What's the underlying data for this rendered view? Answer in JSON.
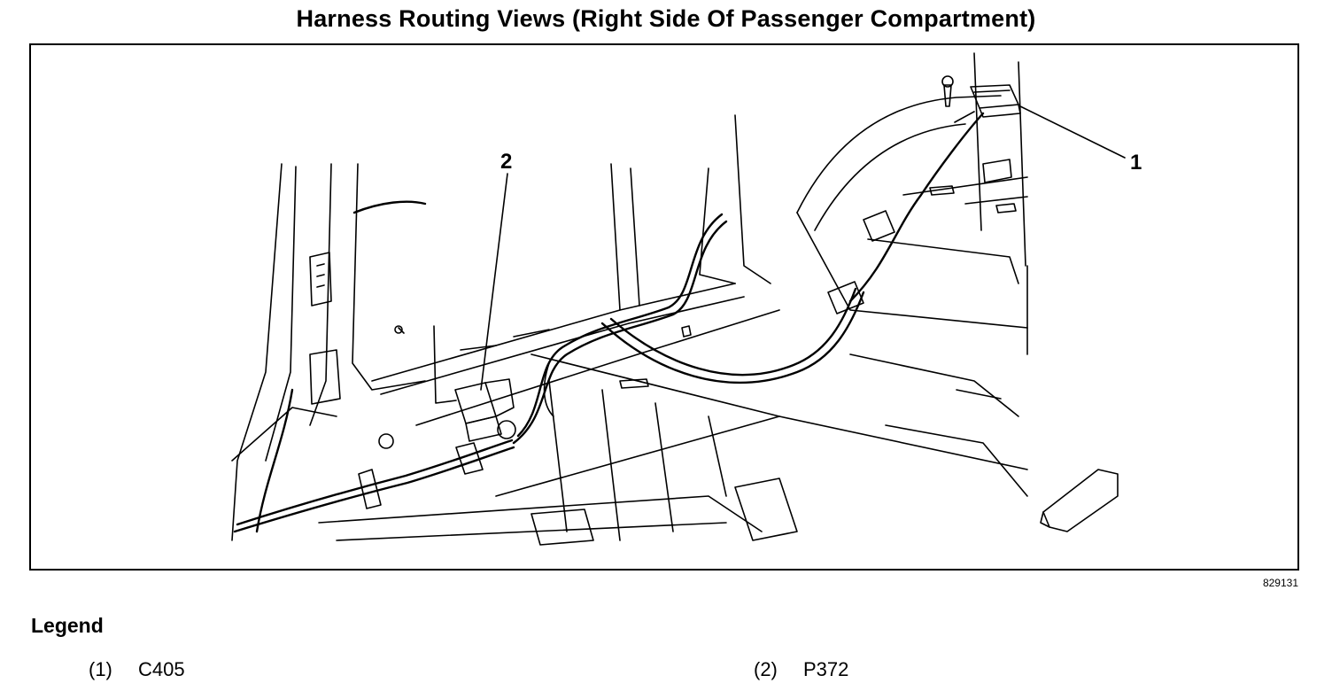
{
  "title": "Harness Routing Views (Right Side Of Passenger Compartment)",
  "figure_id": "829131",
  "callouts": [
    "1",
    "2"
  ],
  "legend": {
    "title": "Legend",
    "items": [
      {
        "number": "(1)",
        "label": "C405"
      },
      {
        "number": "(2)",
        "label": "P372"
      }
    ]
  }
}
